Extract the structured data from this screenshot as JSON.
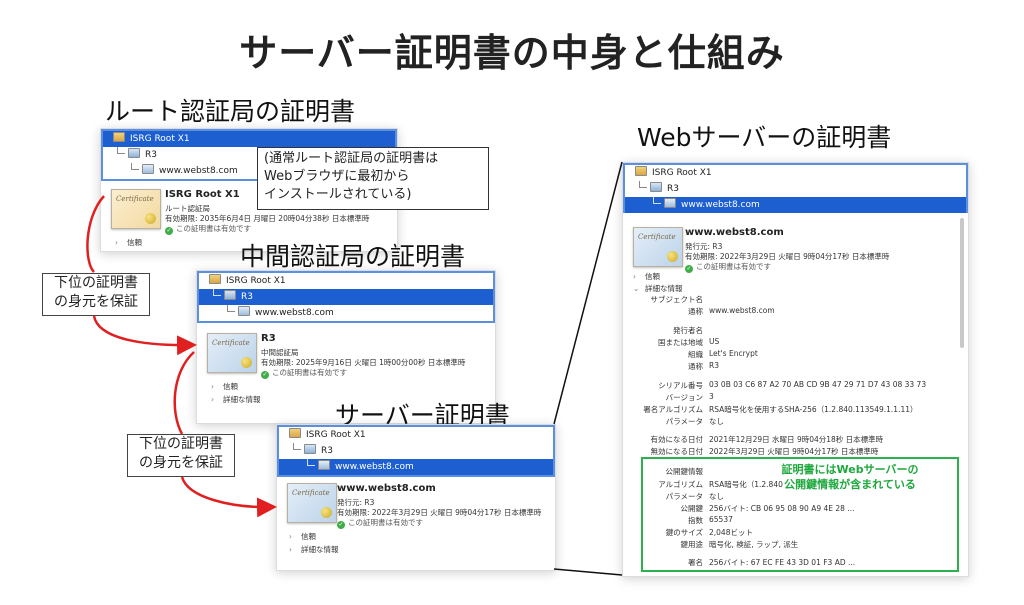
{
  "title": "サーバー証明書の中身と仕組み",
  "headings": {
    "root": "ルート認証局の証明書",
    "intermediate": "中間認証局の証明書",
    "server": "サーバー証明書",
    "web": "Webサーバーの証明書"
  },
  "tree": {
    "root_name": "ISRG Root X1",
    "intermediate_name": "R3",
    "leaf_name": "www.webst8.com"
  },
  "cert_image_text": "Certificate",
  "root_cert": {
    "name": "ISRG Root X1",
    "type": "ルート認証局",
    "expiry": "有効期限: 2035年6月4日 月曜日 20時04分38秒 日本標準時",
    "status": "この証明書は有効です"
  },
  "intermediate_cert": {
    "name": "R3",
    "type": "中間認証局",
    "expiry": "有効期限: 2025年9月16日 火曜日 1時00分00秒 日本標準時",
    "status": "この証明書は有効です"
  },
  "server_cert": {
    "name": "www.webst8.com",
    "issuer": "発行元: R3",
    "expiry": "有効期限: 2022年3月29日 火曜日 9時04分17秒 日本標準時",
    "status": "この証明書は有効です"
  },
  "sections": {
    "trust": "信頼",
    "details": "詳細な情報"
  },
  "callout_lines": [
    "(通常ルート認証局の証明書は",
    "Webブラウザに最初から",
    "インストールされている)"
  ],
  "guarantee_note": [
    "下位の証明書",
    "の身元を保証"
  ],
  "details": {
    "rows": [
      {
        "key": "サブジェクト名",
        "value": ""
      },
      {
        "key": "通称",
        "value": "www.webst8.com"
      },
      {
        "key": "発行者名",
        "value": ""
      },
      {
        "key": "国または地域",
        "value": "US"
      },
      {
        "key": "組織",
        "value": "Let's Encrypt"
      },
      {
        "key": "通称",
        "value": "R3"
      },
      {
        "key": "シリアル番号",
        "value": "03 0B 03 C6 87 A2 70 AB CD 9B 47 29 71 D7 43 08 33 73"
      },
      {
        "key": "バージョン",
        "value": "3"
      },
      {
        "key": "署名アルゴリズム",
        "value": "RSA暗号化を使用するSHA-256（1.2.840.113549.1.1.11）"
      },
      {
        "key": "パラメータ",
        "value": "なし"
      },
      {
        "key": "有効になる日付",
        "value": "2021年12月29日 水曜日 9時04分18秒 日本標準時"
      },
      {
        "key": "無効になる日付",
        "value": "2022年3月29日 火曜日 9時04分17秒 日本標準時"
      },
      {
        "key": "公開鍵情報",
        "value": ""
      },
      {
        "key": "アルゴリズム",
        "value": "RSA暗号化（1.2.840"
      },
      {
        "key": "パラメータ",
        "value": "なし"
      },
      {
        "key": "公開鍵",
        "value": "256バイト: CB 06 95 08 90 A9 4E 28 ..."
      },
      {
        "key": "指数",
        "value": "65537"
      },
      {
        "key": "鍵のサイズ",
        "value": "2,048ビット"
      },
      {
        "key": "鍵用途",
        "value": "暗号化, 検証, ラップ, 派生"
      },
      {
        "key": "署名",
        "value": "256バイト: 67 EC FE 43 3D 01 F3 AD ..."
      }
    ]
  },
  "public_key_note": [
    "証明書にはWebサーバーの",
    "公開鍵情報が含まれている"
  ],
  "colors": {
    "selection": "#1d5fd1",
    "tree_border": "#5b8fe0",
    "arrow": "#e02020",
    "highlight": "#2bb24c"
  }
}
